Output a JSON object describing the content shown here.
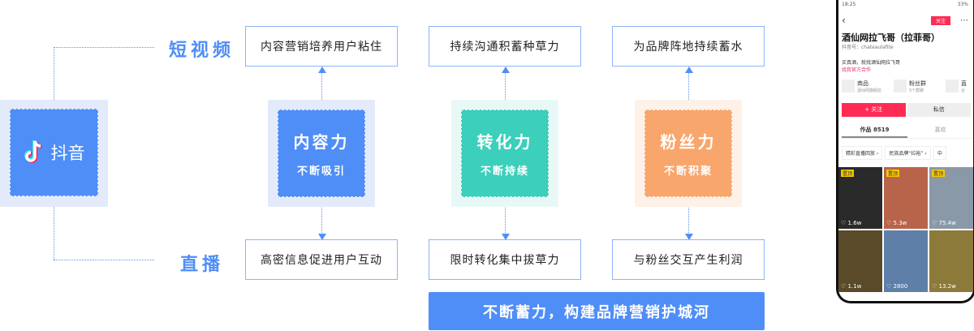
{
  "platform": {
    "name": "抖音",
    "logo": "douyin-note-icon"
  },
  "channels": {
    "short_video": "短视频",
    "live": "直播"
  },
  "columns": [
    {
      "top": "内容营销培养用户粘住",
      "title": "内容力",
      "subtitle": "不断吸引",
      "bottom": "高密信息促进用户互动",
      "color": "#4f8ef7",
      "bg": "#e3eafa"
    },
    {
      "top": "持续沟通积蓄种草力",
      "title": "转化力",
      "subtitle": "不断持续",
      "bottom": "限时转化集中拔草力",
      "color": "#3ccfbb",
      "bg": "#e8f8f6"
    },
    {
      "top": "为品牌阵地持续蓄水",
      "title": "粉丝力",
      "subtitle": "不断积聚",
      "bottom": "与粉丝交互产生利润",
      "color": "#f9a66c",
      "bg": "#fdf1e8"
    }
  ],
  "banner": "不断蓄力，构建品牌营销护城河",
  "phone": {
    "time": "18:25",
    "battery": "33%",
    "follow_small": "关注",
    "name": "酒仙网拉飞哥（拉菲哥）",
    "douyin_id": "抖音号：chateaulafite",
    "bio": "买真酒，就找酒仙网拉飞哥",
    "link": "找我官方合作",
    "features": [
      {
        "label": "商品",
        "sub": "酒仙网旗舰店"
      },
      {
        "label": "粉丝群",
        "sub": "5个群聊"
      },
      {
        "label": "直",
        "sub": "合"
      }
    ],
    "follow": "+ 关注",
    "message": "私信",
    "tabs": [
      "作品 8519",
      "喜欢"
    ],
    "chips": [
      "精彩直播回放 ›",
      "民族品牌“拉裕” ›",
      "中"
    ],
    "tiles": [
      {
        "tag": "置顶",
        "likes": "1.6w",
        "color": "#2a2a2a"
      },
      {
        "tag": "置顶",
        "likes": "5.3w",
        "color": "#b8644a"
      },
      {
        "tag": "置顶",
        "likes": "75.4w",
        "color": "#8a99a8"
      },
      {
        "tag": "",
        "likes": "1.1w",
        "color": "#5a4a2a"
      },
      {
        "tag": "",
        "likes": "2800",
        "color": "#5e7fa8"
      },
      {
        "tag": "",
        "likes": "13.2w",
        "color": "#8c7a3a"
      }
    ]
  }
}
